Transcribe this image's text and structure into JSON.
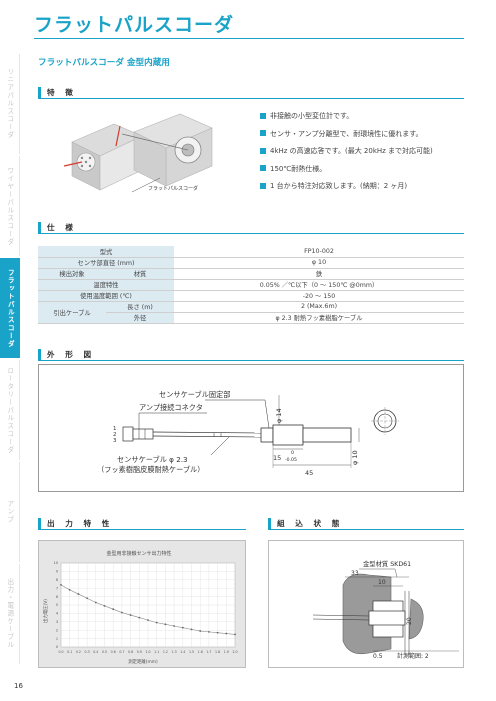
{
  "page": {
    "title": "フラットパルスコーダ",
    "subtitle": "フラットパルスコーダ 金型内蔵用",
    "page_number": "16"
  },
  "sidebar": {
    "tabs": [
      {
        "label": "リニアパルスコーダ",
        "active": false
      },
      {
        "label": "ワイヤーパルスコーダ",
        "active": false
      },
      {
        "label": "フラットパルスコーダ",
        "active": true
      },
      {
        "label": "ロータリーパルスコーダ",
        "active": false
      },
      {
        "label": "アンプ",
        "active": false
      },
      {
        "label": "出力・電源ケーブル",
        "active": false
      }
    ],
    "active_color": "#1aa3c8"
  },
  "sections": {
    "features": "特 徴",
    "spec": "仕 様",
    "outline": "外 形 図",
    "output": "出 力 特 性",
    "install": "組 込 状 態"
  },
  "photo": {
    "caption": "フラットパルスコーダ"
  },
  "features": [
    "非接触の小型変位計です。",
    "センサ・アンプ分離型で、耐環境性に優れます。",
    "4kHz の高速応答です。(最大 20kHz まで対応可能)",
    "150℃耐熱仕様。",
    "1 台から特注対応致します。(納期：2 ヶ月)"
  ],
  "spec": {
    "model_label": "型式",
    "model_value": "FP10-002",
    "diameter_label": "センサ部直径 (mm)",
    "diameter_value": "φ 10",
    "target_label": "検出対象",
    "material_label": "材質",
    "material_value": "鉄",
    "temp_char_label": "温度特性",
    "temp_char_value": "0.05% ／℃以下（0 ～ 150℃ @0mm）",
    "temp_range_label": "使用温度範囲 (℃)",
    "temp_range_value": "-20 ～ 150",
    "cable_label": "引出ケーブル",
    "length_label": "長さ (m)",
    "length_value": "2 (Max.6m)",
    "sheath_label": "外径",
    "sheath_value": "φ 2.3 耐熱フッ素樹脂ケーブル"
  },
  "outline": {
    "label_fix": "センサケーブル固定部",
    "label_connector": "アンプ接続コネクタ",
    "label_cable": "センサケーブル φ 2.3",
    "label_cable_note": "（フッ素樹脂皮膜耐熱ケーブル）",
    "dim_d14": "φ 14",
    "dim_d10": "φ 10",
    "dim_15": "15",
    "dim_tol_top": "0",
    "dim_tol_bottom": "-0.05",
    "dim_45": "45",
    "pin_1": "1",
    "pin_2": "2",
    "pin_3": "3"
  },
  "install": {
    "label_material": "金型材質 SKD61",
    "dim_33": "33",
    "dim_10": "10",
    "dim_20": "20",
    "dim_05": "0.5",
    "range_label": "計測範囲: 2"
  },
  "chart_data": {
    "type": "line",
    "title": "金型用非接触センサ出力特性",
    "xlabel": "測定距離(mm)",
    "ylabel": "出力電圧(V)",
    "xlim": [
      0,
      2
    ],
    "ylim": [
      0,
      10
    ],
    "x": [
      0.0,
      0.1,
      0.2,
      0.3,
      0.4,
      0.5,
      0.6,
      0.7,
      0.8,
      0.9,
      1.0,
      1.1,
      1.2,
      1.3,
      1.4,
      1.5,
      1.6,
      1.7,
      1.8,
      1.9,
      2.0
    ],
    "x_ticks": [
      "0.0",
      "0.1",
      "0.2",
      "0.3",
      "0.4",
      "0.5",
      "0.6",
      "0.7",
      "0.8",
      "0.9",
      "1.0",
      "1.1",
      "1.2",
      "1.3",
      "1.4",
      "1.5",
      "1.6",
      "1.7",
      "1.8",
      "1.9",
      "2.0"
    ],
    "y_ticks": [
      "0",
      "1",
      "2",
      "3",
      "4",
      "5",
      "6",
      "7",
      "8",
      "9",
      "10"
    ],
    "series": [
      {
        "values": [
          7.4,
          6.8,
          6.3,
          5.8,
          5.3,
          4.9,
          4.5,
          4.1,
          3.8,
          3.5,
          3.2,
          2.9,
          2.7,
          2.5,
          2.3,
          2.1,
          1.9,
          1.8,
          1.7,
          1.6,
          1.5
        ]
      }
    ],
    "grid": true,
    "line_color": "#888888"
  }
}
